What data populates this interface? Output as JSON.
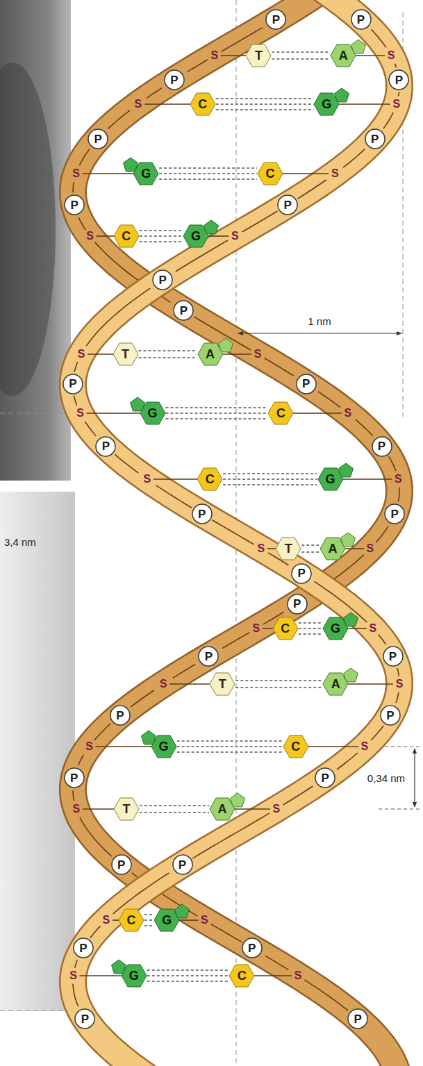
{
  "diagram": {
    "nodes": [
      {
        "text": [
          "P"
        ]
      },
      {
        "text": [
          "P"
        ]
      },
      {
        "text": [
          "T"
        ]
      },
      {
        "text": [
          "A"
        ]
      },
      {
        "text": [
          "P"
        ]
      },
      {
        "text": [
          "P"
        ]
      },
      {
        "text": [
          "C"
        ]
      },
      {
        "text": [
          "G"
        ]
      },
      {
        "text": [
          "P"
        ]
      },
      {
        "text": [
          "P"
        ]
      },
      {
        "text": [
          "G"
        ]
      },
      {
        "text": [
          "C"
        ]
      },
      {
        "text": [
          "P"
        ]
      },
      {
        "text": [
          "P"
        ]
      },
      {
        "text": [
          "C"
        ]
      },
      {
        "text": [
          "G"
        ]
      },
      {
        "text": [
          "P"
        ]
      },
      {
        "text": [
          "P"
        ]
      },
      {
        "text": [
          "T"
        ]
      },
      {
        "text": [
          "A"
        ]
      },
      {
        "text": [
          "P"
        ]
      },
      {
        "text": [
          "P"
        ]
      },
      {
        "text": [
          "G"
        ]
      },
      {
        "text": [
          "C"
        ]
      },
      {
        "text": [
          "P"
        ]
      },
      {
        "text": [
          "P"
        ]
      },
      {
        "text": [
          "C"
        ]
      },
      {
        "text": [
          "G"
        ]
      },
      {
        "text": [
          "P"
        ]
      },
      {
        "text": [
          "P"
        ]
      },
      {
        "text": [
          "T"
        ]
      },
      {
        "text": [
          "A"
        ]
      },
      {
        "text": [
          "P"
        ]
      },
      {
        "text": [
          "P"
        ]
      },
      {
        "text": [
          "C"
        ]
      },
      {
        "text": [
          "G"
        ]
      },
      {
        "text": [
          "P"
        ]
      },
      {
        "text": [
          "P"
        ]
      },
      {
        "text": [
          "T"
        ]
      },
      {
        "text": [
          "A"
        ]
      },
      {
        "text": [
          "P"
        ]
      },
      {
        "text": [
          "P"
        ]
      },
      {
        "text": [
          "G"
        ]
      },
      {
        "text": [
          "C"
        ]
      },
      {
        "text": [
          "P"
        ]
      },
      {
        "text": [
          "P"
        ]
      },
      {
        "text": [
          "T"
        ]
      },
      {
        "text": [
          "A"
        ]
      },
      {
        "text": [
          "P"
        ]
      },
      {
        "text": [
          "P"
        ]
      },
      {
        "text": [
          "C"
        ]
      },
      {
        "text": [
          "G"
        ]
      },
      {
        "text": [
          "P"
        ]
      },
      {
        "text": [
          "P"
        ]
      },
      {
        "text": [
          "G"
        ]
      },
      {
        "text": [
          "C"
        ]
      },
      {
        "text": [
          "P"
        ]
      },
      {
        "text": [
          "P"
        ]
      }
    ],
    "edges": [
      {
        "from": 2,
        "to": 3,
        "arrow": "none"
      },
      {
        "from": 6,
        "to": 7,
        "arrow": "none"
      },
      {
        "from": 10,
        "to": 11,
        "arrow": "none"
      },
      {
        "from": 14,
        "to": 15,
        "arrow": "none"
      },
      {
        "from": 18,
        "to": 19,
        "arrow": "none"
      },
      {
        "from": 22,
        "to": 23,
        "arrow": "none"
      },
      {
        "from": 26,
        "to": 27,
        "arrow": "none"
      },
      {
        "from": 30,
        "to": 31,
        "arrow": "none"
      },
      {
        "from": 34,
        "to": 35,
        "arrow": "none"
      },
      {
        "from": 38,
        "to": 39,
        "arrow": "none"
      },
      {
        "from": 42,
        "to": 43,
        "arrow": "none"
      },
      {
        "from": 46,
        "to": 47,
        "arrow": "none"
      },
      {
        "from": 50,
        "to": 51,
        "arrow": "none"
      },
      {
        "from": 54,
        "to": 55,
        "arrow": "none"
      }
    ],
    "labels": [
      "S",
      "S",
      "S",
      "S",
      "S",
      "S",
      "S",
      "S",
      "S",
      "S",
      "S",
      "S",
      "S",
      "S",
      "S",
      "S",
      "S",
      "S",
      "S",
      "S",
      "S",
      "S",
      "S",
      "S",
      "S",
      "S",
      "S",
      "S",
      "1 nm",
      "3,4 nm",
      "0,34 nm"
    ]
  }
}
